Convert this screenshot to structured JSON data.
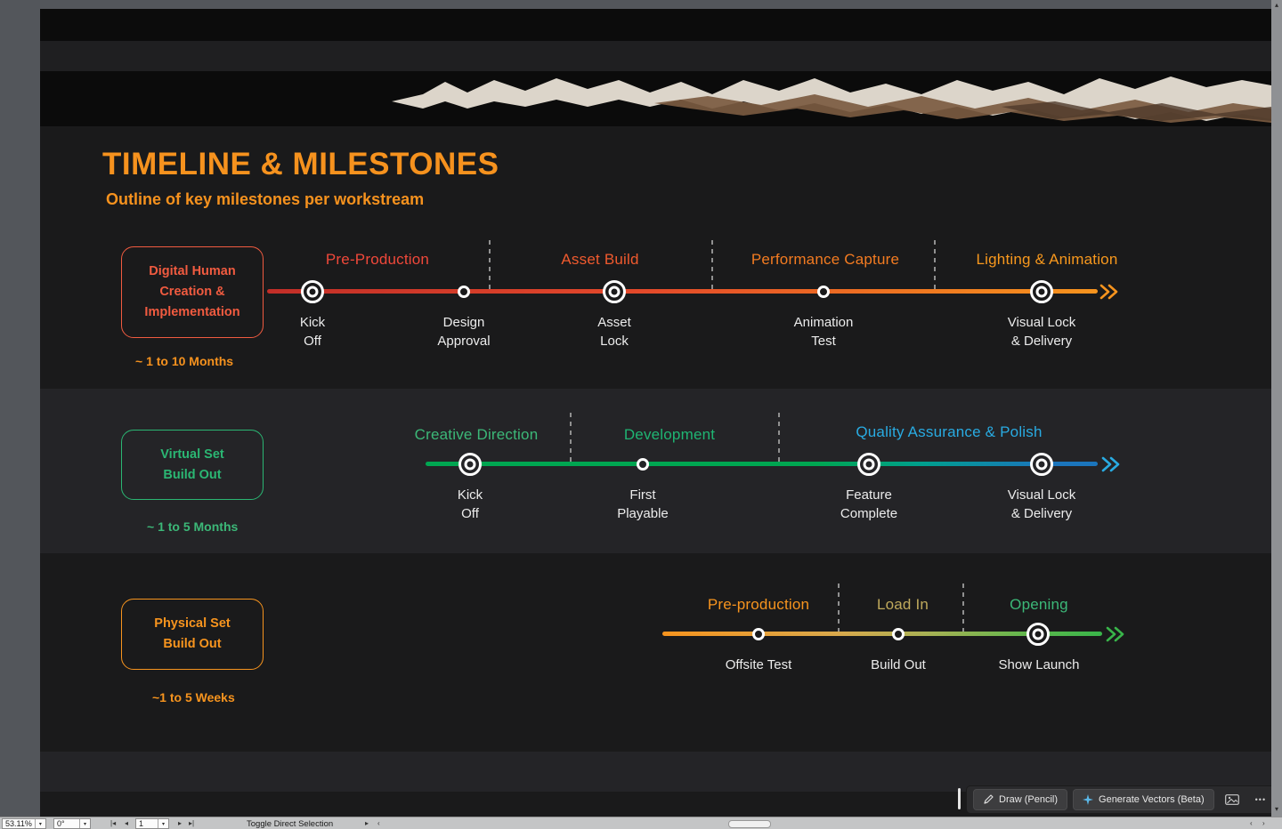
{
  "app": {
    "statusbar": {
      "zoom": "53.11%",
      "rotation": "0°",
      "current_page": "1",
      "status_hint": "Toggle Direct Selection"
    },
    "context_toolbar": {
      "draw_button": "Draw (Pencil)",
      "generate_button": "Generate Vectors (Beta)"
    },
    "icons": {
      "dropdown": "▾",
      "scroll_up": "▴",
      "scroll_down": "▾",
      "first_page": "|◂",
      "prev_page": "◂",
      "next_page": "▸",
      "last_page": "▸|",
      "play": "▸",
      "back": "‹",
      "forward": "›",
      "ellipsis": "•••"
    }
  },
  "slide": {
    "title": "TIMELINE & MILESTONES",
    "subtitle": "Outline of key milestones per workstream",
    "title_color": "#F6921E",
    "background_color": "#1a1a1b",
    "workstreams": [
      {
        "name_lines": [
          "Digital Human",
          "Creation &",
          "Implementation"
        ],
        "duration": "~ 1 to 10 Months",
        "accent_color": "#F15B40",
        "duration_color": "#F6921E",
        "timeline_colors": [
          "#C22E28",
          "#F7941E"
        ],
        "phases": [
          {
            "label": "Pre-Production",
            "color": "#F0483A"
          },
          {
            "label": "Asset Build",
            "color": "#F05A2E"
          },
          {
            "label": "Performance Capture",
            "color": "#F37B21"
          },
          {
            "label": "Lighting & Animation",
            "color": "#F8981D"
          }
        ],
        "milestones": [
          {
            "lines": [
              "Kick",
              "Off"
            ],
            "marker": "large"
          },
          {
            "lines": [
              "Design",
              "Approval"
            ],
            "marker": "small"
          },
          {
            "lines": [
              "Asset",
              "Lock"
            ],
            "marker": "large"
          },
          {
            "lines": [
              "Animation",
              "Test"
            ],
            "marker": "small"
          },
          {
            "lines": [
              "Visual Lock",
              "& Delivery"
            ],
            "marker": "large"
          }
        ]
      },
      {
        "name_lines": [
          "Virtual Set",
          "Build Out"
        ],
        "duration": "~ 1 to 5 Months",
        "accent_color": "#2BB673",
        "duration_color": "#3CB878",
        "timeline_colors": [
          "#00A651",
          "#1B75BC"
        ],
        "phases": [
          {
            "label": "Creative Direction",
            "color": "#3CB878"
          },
          {
            "label": "Development",
            "color": "#1FB573"
          },
          {
            "label": "Quality Assurance & Polish",
            "color": "#29ABE2"
          }
        ],
        "milestones": [
          {
            "lines": [
              "Kick",
              "Off"
            ],
            "marker": "large"
          },
          {
            "lines": [
              "First",
              "Playable"
            ],
            "marker": "small"
          },
          {
            "lines": [
              "Feature",
              "Complete"
            ],
            "marker": "large"
          },
          {
            "lines": [
              "Visual Lock",
              "& Delivery"
            ],
            "marker": "large"
          }
        ]
      },
      {
        "name_lines": [
          "Physical Set",
          "Build Out"
        ],
        "duration": "~1 to 5 Weeks",
        "accent_color": "#F7941E",
        "duration_color": "#F7941E",
        "timeline_colors": [
          "#F7941E",
          "#39B54A"
        ],
        "phases": [
          {
            "label": "Pre-production",
            "color": "#F7941E"
          },
          {
            "label": "Load In",
            "color": "#BFA95C"
          },
          {
            "label": "Opening",
            "color": "#3CB878"
          }
        ],
        "milestones": [
          {
            "lines": [
              "Offsite Test"
            ],
            "marker": "small"
          },
          {
            "lines": [
              "Build Out"
            ],
            "marker": "small"
          },
          {
            "lines": [
              "Show Launch"
            ],
            "marker": "large"
          }
        ]
      }
    ]
  }
}
